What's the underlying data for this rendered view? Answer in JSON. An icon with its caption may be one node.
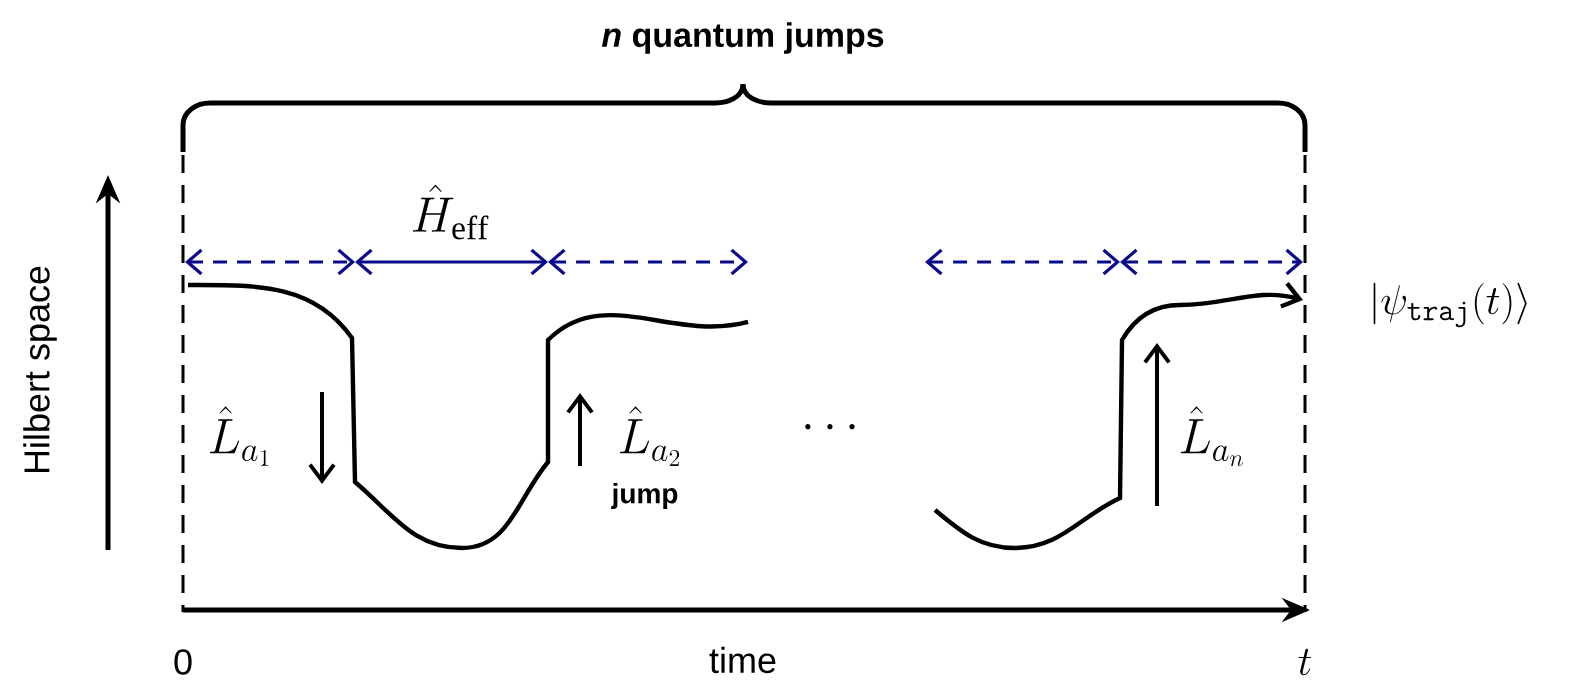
{
  "diagram": {
    "title": "*n* quantum jumps",
    "labels": [
      "Hilbert space",
      "\\hat{H}_{\\mathrm{eff}}",
      "\\hat{L}_{a_1}",
      "\\hat{L}_{a_2}",
      "\\cdots",
      "jump",
      "\\hat{L}_{a_n}",
      "|\\psi_{\\mathtt{traj}}(t)\\rangle",
      "0",
      "time",
      "t"
    ]
  }
}
